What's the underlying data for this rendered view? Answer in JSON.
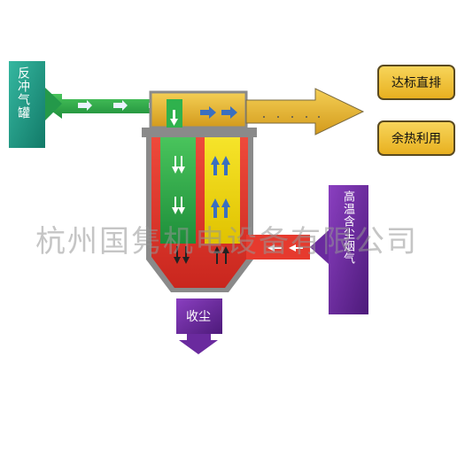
{
  "labels": {
    "reverse_gas_tank": "反冲气罐",
    "compliant_discharge": "达标直排",
    "waste_heat_utilization": "余热利用",
    "high_temp_dusty_flue_gas": "高温含尘烟气",
    "dust_collection": "收尘"
  },
  "watermark": "杭州国隽机电设备有限公司",
  "colors": {
    "teal_box": "#1f9f8a",
    "green_pipe": "#2fb24d",
    "gold_duct": "#e8b830",
    "purple_box": "#6a2a9e",
    "red_chamber": "#e63a2e",
    "gray_frame": "#8a8a8a"
  }
}
